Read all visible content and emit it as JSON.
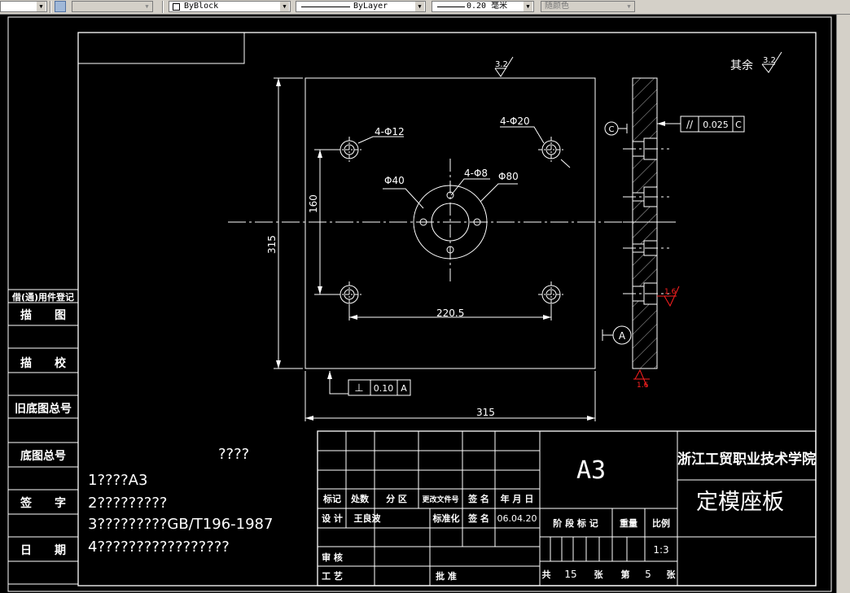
{
  "toolbar": {
    "layer_control_value": "",
    "color_control_value": "ByBlock",
    "linetype_control_value": "ByLayer",
    "lineweight_control_value": "0.20 毫米",
    "plotstyle_control_value": "随颜色"
  },
  "drawing": {
    "roughness_general": "其余",
    "roughness_32": "3.2",
    "roughness_32_top": "3.2",
    "roughness_16_right": "1.6",
    "roughness_16_bottom": "1.6",
    "dim_4phi12": "4-Φ12",
    "dim_4phi20": "4-Φ20",
    "dim_4phi8": "4-Φ8",
    "dim_phi40": "Φ40",
    "dim_phi80": "Φ80",
    "dim_160": "160",
    "dim_315_v": "315",
    "dim_315_h": "315",
    "dim_220_5": "220.5",
    "datum_c": "C",
    "datum_a": "A",
    "fcf_parallel_symbol": "//",
    "fcf_parallel_value": "0.025",
    "fcf_parallel_datum": "C",
    "fcf_perp_symbol": "⊥",
    "fcf_perp_value": "0.10",
    "fcf_perp_datum": "A"
  },
  "left_strip": {
    "r1": "借(通)用件登记",
    "r2": "描　　图",
    "r3": "描　　校",
    "r4": "旧底图总号",
    "r5": "底图总号",
    "r6": "签　　字",
    "r7": "日　　期"
  },
  "notes": {
    "title": "????",
    "line1": "1????A3",
    "line2": "2?????????",
    "line3": "3?????????GB/T196-1987",
    "line4": "4?????????????????"
  },
  "title_block": {
    "hdr_mark": "标记",
    "hdr_count": "处数",
    "hdr_zone": "分 区",
    "hdr_docno": "更改文件号",
    "hdr_sign": "签 名",
    "hdr_date": "年 月 日",
    "design_label": "设 计",
    "designer": "王良波",
    "std_label": "标准化",
    "sign_label": "签 名",
    "date_value": "06.04.20",
    "review_label": "审 核",
    "process_label": "工 艺",
    "approve_label": "批 准",
    "paper_size": "A3",
    "stage_label": "阶 段 标 记",
    "weight_label": "重量",
    "scale_label": "比例",
    "scale_value": "1:3",
    "total_label": "共",
    "total_value": "15",
    "sheets_label": "张",
    "page_label": "第",
    "page_value": "5",
    "page_unit": "张",
    "school": "浙江工贸职业技术学院",
    "part_name": "定模座板"
  }
}
